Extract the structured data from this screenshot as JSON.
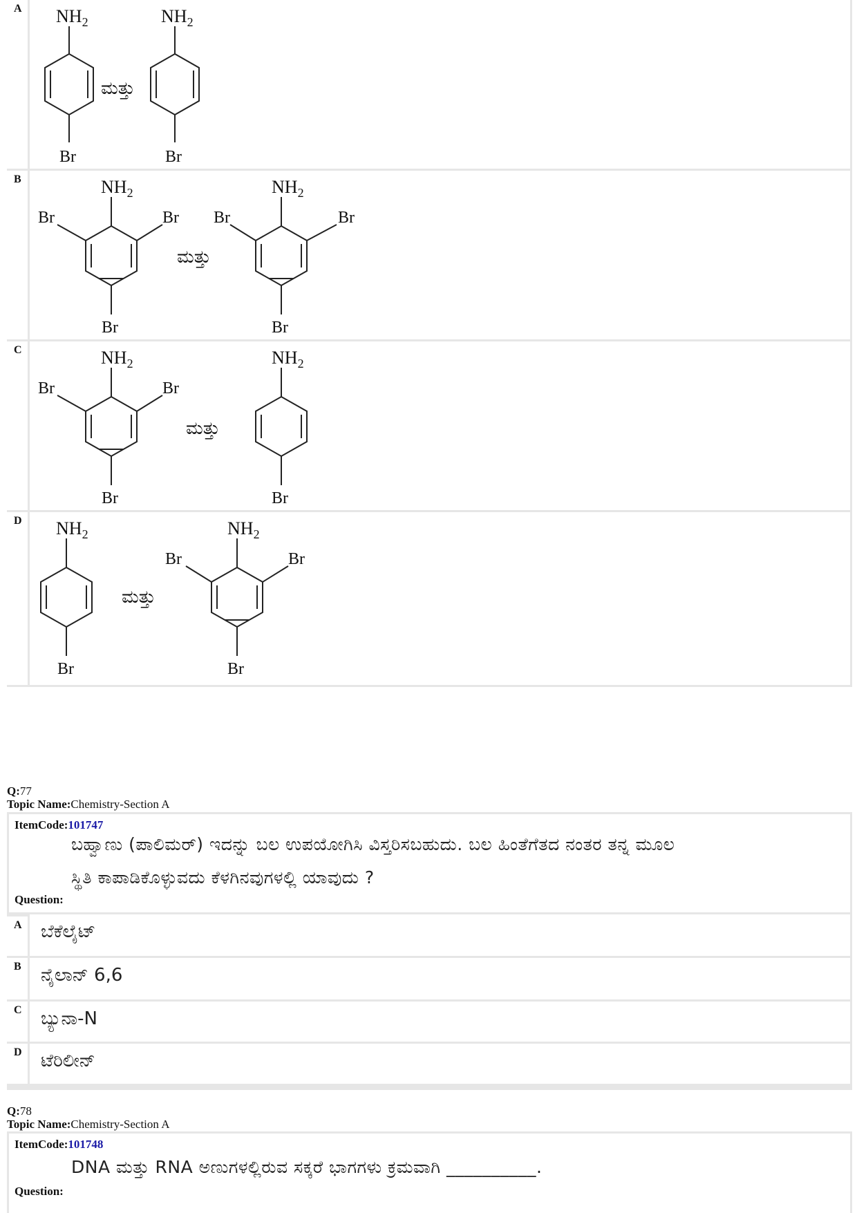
{
  "q76_options": [
    {
      "letter": "A",
      "mattu": "ಮತ್ತು",
      "nh2": "NH",
      "sub": "2",
      "br": "Br"
    },
    {
      "letter": "B",
      "mattu": "ಮತ್ತು",
      "nh2": "NH",
      "sub": "2",
      "br": "Br"
    },
    {
      "letter": "C",
      "mattu": "ಮತ್ತು",
      "nh2": "NH",
      "sub": "2",
      "br": "Br"
    },
    {
      "letter": "D",
      "mattu": "ಮತ್ತು",
      "nh2": "NH",
      "sub": "2",
      "br": "Br"
    }
  ],
  "questions": [
    {
      "q_label": "Q:",
      "q_number": "77",
      "topic_label": "Topic Name:",
      "topic": "Chemistry-Section A",
      "itemcode_label": "ItemCode:",
      "itemcode": "101747",
      "question_label": "Question:",
      "question_line1": "ಬಹ್ವಾಣು (ಪಾಲಿಮರ್) ಇದನ್ನು ಬಲ ಉಪಯೋಗಿಸಿ ವಿಸ್ತರಿಸಬಹುದು. ಬಲ ಹಿಂತೆಗೆತದ ನಂತರ ತನ್ನ ಮೂಲ",
      "question_line2": "ಸ್ಥಿತಿ ಕಾಪಾಡಿಕೊಳ್ಳುವದು ಕೆಳಗಿನವುಗಳಲ್ಲಿ ಯಾವುದು ?",
      "options": [
        {
          "letter": "A",
          "text": "ಬೆಕೆಲೈಟ್"
        },
        {
          "letter": "B",
          "text": "ನೈಲಾನ್  6,6"
        },
        {
          "letter": "C",
          "text": "ಬ್ಯುನಾ-N"
        },
        {
          "letter": "D",
          "text": "ಟೆರಿಲೀನ್"
        }
      ]
    },
    {
      "q_label": "Q:",
      "q_number": "78",
      "topic_label": "Topic Name:",
      "topic": "Chemistry-Section A",
      "itemcode_label": "ItemCode:",
      "itemcode": "101748",
      "question_label": "Question:",
      "question_line1": "DNA ಮತ್ತು RNA ಅಣುಗಳಲ್ಲಿರುವ ಸಕ್ಕರೆ ಭಾಗಗಳು ಕ್ರಮವಾಗಿ __________."
    }
  ]
}
